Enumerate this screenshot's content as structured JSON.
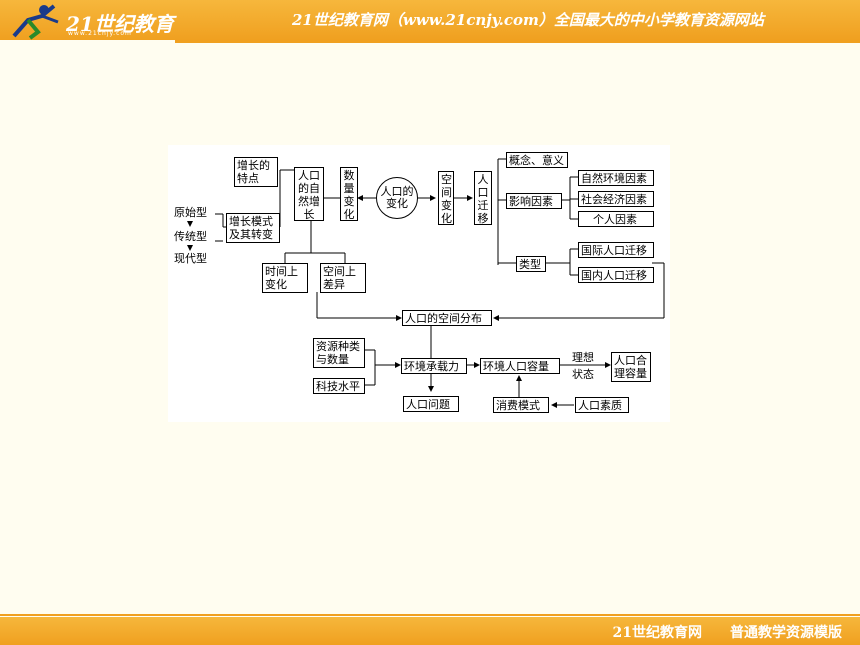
{
  "header": {
    "logo_text": "21世纪教育",
    "logo_sub": "www.21cnjy.com",
    "title": "21世纪教育网（www.21cnjy.com）全国最大的中小学教育资源网站"
  },
  "footer": {
    "site": "21世纪教育网",
    "subtitle": "普通教学资源模版"
  },
  "diagram": {
    "growth_traits": "增长的特点",
    "natural_growth": "人口的自然增长",
    "quantity_change": "数量变化",
    "center": "人口的变化",
    "spatial_change": "空间变化",
    "migration": "人口迁移",
    "primitive": "原始型",
    "traditional": "传统型",
    "modern": "现代型",
    "growth_mode": "增长模式及其转变",
    "time_change": "时间上变化",
    "space_diff": "空间上差异",
    "concept": "概念、意义",
    "factors": "影响因素",
    "natural_env": "自然环境因素",
    "socio_econ": "社会经济因素",
    "personal": "个人因素",
    "types": "类型",
    "intl_migration": "国际人口迁移",
    "domestic_migration": "国内人口迁移",
    "spatial_distribution": "人口的空间分布",
    "resources": "资源种类与数量",
    "technology": "科技水平",
    "carrying_capacity": "环境承载力",
    "env_pop_capacity": "环境人口容量",
    "ideal": "理想",
    "state": "状态",
    "reasonable_capacity": "人口合理容量",
    "pop_problems": "人口问题",
    "consumption": "消费模式",
    "pop_quality": "人口素质"
  }
}
